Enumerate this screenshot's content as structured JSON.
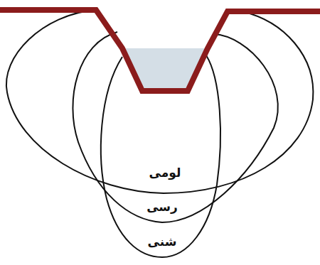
{
  "diagram": {
    "labels": [
      "لومی",
      "رسی",
      "شنی"
    ]
  }
}
